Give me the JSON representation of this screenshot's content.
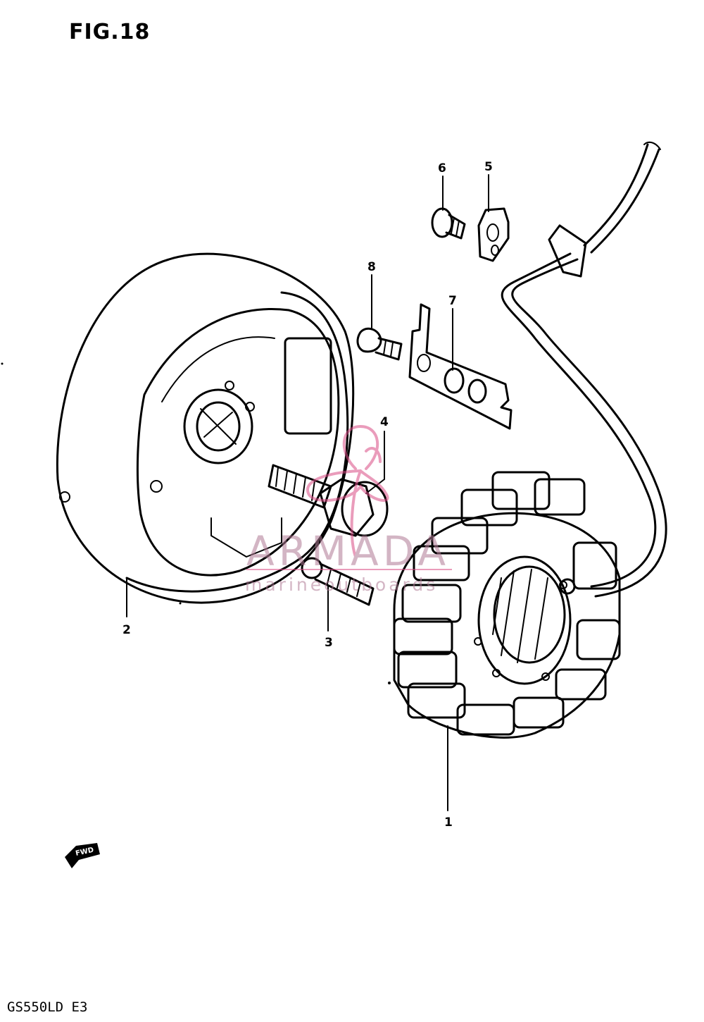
{
  "figure": {
    "title": "FIG.18",
    "model_code": "GS550LD E3",
    "fwd_label": "FWD"
  },
  "callouts": [
    {
      "id": "1",
      "label": "1"
    },
    {
      "id": "2",
      "label": "2"
    },
    {
      "id": "3",
      "label": "3"
    },
    {
      "id": "4",
      "label": "4"
    },
    {
      "id": "5",
      "label": "5"
    },
    {
      "id": "6",
      "label": "6"
    },
    {
      "id": "7",
      "label": "7"
    },
    {
      "id": "8",
      "label": "8"
    }
  ],
  "watermark": {
    "brand": "ARMADA",
    "tagline": "marineoutboards",
    "color": "#d94c85"
  },
  "colors": {
    "line": "#000000",
    "background": "#ffffff"
  }
}
